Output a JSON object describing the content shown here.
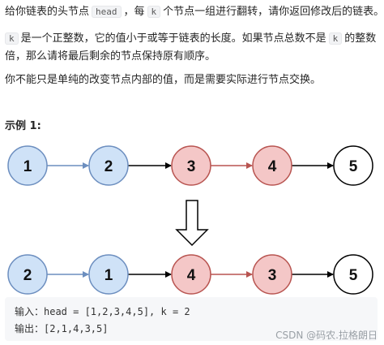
{
  "description": {
    "p1_before": "给你链表的头节点",
    "p1_code1": "head",
    "p1_mid": "，每",
    "p1_code2": "k",
    "p1_after": "个节点一组进行翻转，请你返回修改后的链表。",
    "p2_code": "k",
    "p2_line1": "是一个正整数，它的值小于或等于链表的长度。如果节点总数不是",
    "p2_code2": "k",
    "p2_line1_end": "的整数",
    "p2_line2": "倍，那么请将最后剩余的节点保持原有顺序。",
    "p3": "你不能只是单纯的改变节点内部的值，而是需要实际进行节点交换。"
  },
  "example": {
    "title": "示例 1:",
    "input_line": "输入：head = [1,2,3,4,5], k = 2",
    "output_line": "输出：[2,1,4,3,5]"
  },
  "diagram": {
    "colors": {
      "blue_fill": "#cfe2f7",
      "blue_stroke": "#6c8ebf",
      "red_fill": "#f4c7c7",
      "red_stroke": "#b85450",
      "white_fill": "#ffffff",
      "black_stroke": "#000000",
      "blue_arrow": "#6c8ebf",
      "red_arrow": "#b85450",
      "black_arrow": "#000000"
    },
    "before": [
      {
        "label": "1",
        "group": "blue"
      },
      {
        "label": "2",
        "group": "blue"
      },
      {
        "label": "3",
        "group": "red"
      },
      {
        "label": "4",
        "group": "red"
      },
      {
        "label": "5",
        "group": "white"
      }
    ],
    "after": [
      {
        "label": "2",
        "group": "blue"
      },
      {
        "label": "1",
        "group": "blue"
      },
      {
        "label": "4",
        "group": "red"
      },
      {
        "label": "3",
        "group": "red"
      },
      {
        "label": "5",
        "group": "white"
      }
    ],
    "before_arrows": [
      "blue",
      "black",
      "red",
      "black"
    ],
    "after_arrows": [
      "blue",
      "black",
      "red",
      "black"
    ]
  },
  "watermark": "CSDN @码农.拉格朗日"
}
